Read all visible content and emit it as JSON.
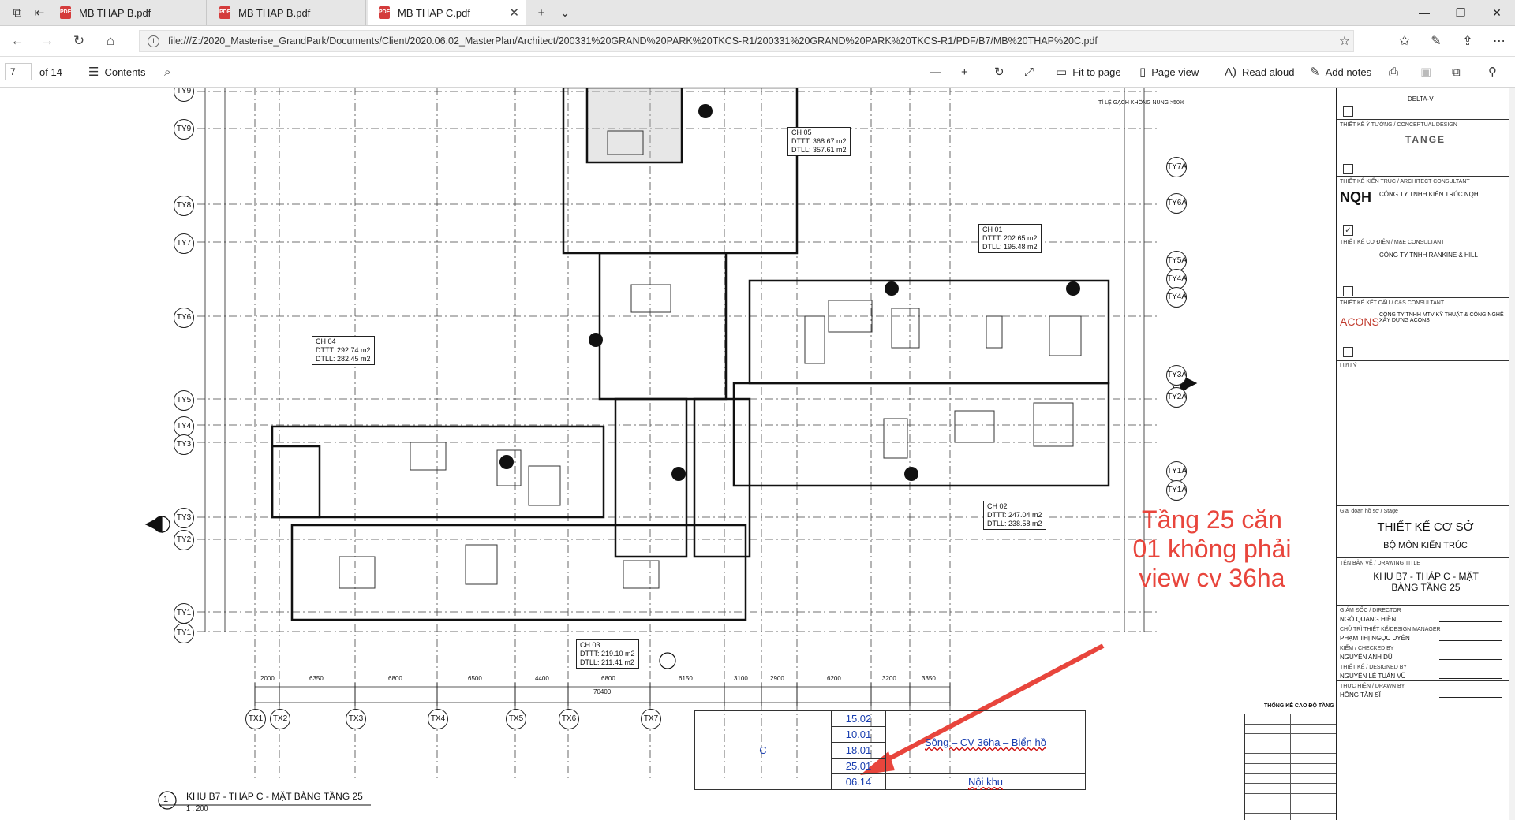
{
  "tabs": [
    {
      "title": "MB THAP B.pdf",
      "active": false
    },
    {
      "title": "MB THAP B.pdf",
      "active": false
    },
    {
      "title": "MB THAP C.pdf",
      "active": true
    }
  ],
  "address_bar": {
    "url": "file:///Z:/2020_Masterise_GrandPark/Documents/Client/2020.06.02_MasterPlan/Architect/200331%20GRAND%20PARK%20TKCS-R1/200331%20GRAND%20PARK%20TKCS-R1/PDF/B7/MB%20THAP%20C.pdf"
  },
  "pdf_toolbar": {
    "page_current": "7",
    "page_total": "of 14",
    "contents_label": "Contents",
    "fit_to_page_label": "Fit to page",
    "page_view_label": "Page view",
    "read_aloud_label": "Read aloud",
    "add_notes_label": "Add notes"
  },
  "drawing": {
    "grid_rows_left": [
      "TY9",
      "TY8",
      "TY7",
      "TY6",
      "TY5",
      "TY4",
      "TY3",
      "TY3",
      "TY2",
      "TY1",
      "TY1"
    ],
    "grid_rows_right": [
      "TY7A",
      "TY6A",
      "TY5A",
      "TY4A",
      "TY4A",
      "TY3A",
      "TY2A",
      "TY1A",
      "TY1A"
    ],
    "grid_cols_bottom": [
      "TX1",
      "TX2",
      "TX3",
      "TX4",
      "TX5",
      "TX6",
      "TX7"
    ],
    "dims_bottom": [
      "2000",
      "6350",
      "6800",
      "6500",
      "4400",
      "6800",
      "6150",
      "3100",
      "2900",
      "6200",
      "3200",
      "3350"
    ],
    "total_dim": "70400",
    "unit_boxes": [
      {
        "name": "CH 05",
        "dttt": "DTTT: 368.67 m2",
        "dtll": "DTLL: 357.61 m2"
      },
      {
        "name": "CH 01",
        "dttt": "DTTT: 202.65 m2",
        "dtll": "DTLL: 195.48 m2"
      },
      {
        "name": "CH 04",
        "dttt": "DTTT: 292.74 m2",
        "dtll": "DTLL: 282.45 m2"
      },
      {
        "name": "CH 02",
        "dttt": "DTTT: 247.04 m2",
        "dtll": "DTLL: 238.58 m2"
      },
      {
        "name": "CH 03",
        "dttt": "DTTT: 219.10 m2",
        "dtll": "DTLL: 211.41 m2"
      }
    ],
    "footer_title": "KHU B7 - THÁP C - MẶT BẰNG TẦNG 25",
    "footer_scale": "1 : 200",
    "footer_number": "1",
    "brick_note": "TỈ LỆ GẠCH KHÔNG NUNG >50%"
  },
  "view_table": {
    "tower": "C",
    "rows": [
      {
        "unit": "15.02",
        "desc": ""
      },
      {
        "unit": "10.01",
        "desc": ""
      },
      {
        "unit": "18.01",
        "desc": "Sông – CV 36ha – Biển hồ"
      },
      {
        "unit": "25.01",
        "desc": ""
      },
      {
        "unit": "06.14",
        "desc": "Nội khu"
      }
    ]
  },
  "annotation": {
    "text": "Tầng 25 căn 01 không phải view cv 36ha",
    "color": "#e8453c"
  },
  "title_block": {
    "company_delta": "DELTA-V",
    "concept_label": "THIẾT KẾ Ý TƯỞNG / CONCEPTUAL DESIGN",
    "tange": "TANGE",
    "arch_label": "THIẾT KẾ KIẾN TRÚC / ARCHITECT CONSULTANT",
    "nqh_logo": "NQH",
    "nqh_name": "CÔNG TY TNHH KIẾN TRÚC NQH",
    "me_label": "THIẾT KẾ CƠ ĐIỆN / M&E CONSULTANT",
    "rh_name": "CÔNG TY TNHH RANKINE & HILL",
    "cs_label": "THIẾT KẾ KẾT CẤU / C&S CONSULTANT",
    "acons_logo": "ACONS",
    "acons_name": "CÔNG TY TNHH MTV KỸ THUẬT & CÔNG NGHỆ XÂY DỰNG ACONS",
    "note_label": "LƯU Ý",
    "stage_label": "Giai đoạn hồ sơ / Stage",
    "stage": "THIẾT KẾ CƠ SỞ",
    "dept": "BỘ MÔN KIẾN TRÚC",
    "drawing_title_label": "TÊN BẢN VẼ / DRAWING TITLE",
    "drawing_title": "KHU B7 - THÁP C - MẶT BẰNG TẦNG 25",
    "director_label": "GIÁM ĐỐC / DIRECTOR",
    "director": "NGÔ QUANG HIỀN",
    "manager_label": "CHỦ TRÌ THIẾT KẾ/DESIGN MANAGER",
    "manager": "PHẠM THỊ NGỌC UYÊN",
    "checked_label": "KIỂM / CHECKED BY",
    "checked": "NGUYỄN ANH DŨ",
    "designed_label": "THIẾT KẾ / DESIGNED BY",
    "designed": "NGUYỄN LÊ TUẤN VŨ",
    "drawn_label": "THỰC HIỆN / DRAWN BY",
    "drawn": "HỒNG TẤN SĨ",
    "stats_title": "THỐNG KÊ CAO ĐỘ TẦNG"
  }
}
